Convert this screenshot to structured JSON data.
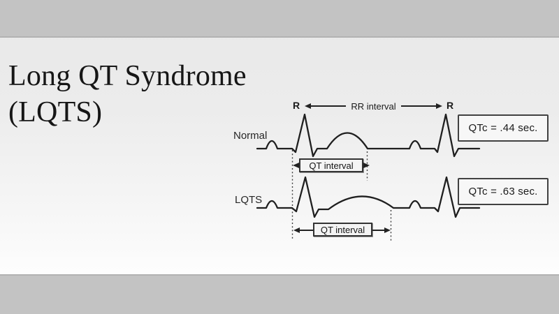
{
  "title": {
    "line1": "Long QT Syndrome",
    "line2": "(LQTS)"
  },
  "diagram": {
    "rr_left_r": "R",
    "rr_right_r": "R",
    "rr_label": "RR interval",
    "normal": {
      "label": "Normal",
      "qt_label": "QT interval",
      "qtc_value": "QTc = .44 sec."
    },
    "lqts": {
      "label": "LQTS",
      "qt_label": "QT interval",
      "qtc_value": "QTc = .63 sec."
    }
  },
  "colors": {
    "band": "#c3c3c3",
    "band-edge": "#b2b2b2",
    "ink": "#1e1e1e",
    "box-bg": "#f7f7f7",
    "box-border": "#414141"
  }
}
